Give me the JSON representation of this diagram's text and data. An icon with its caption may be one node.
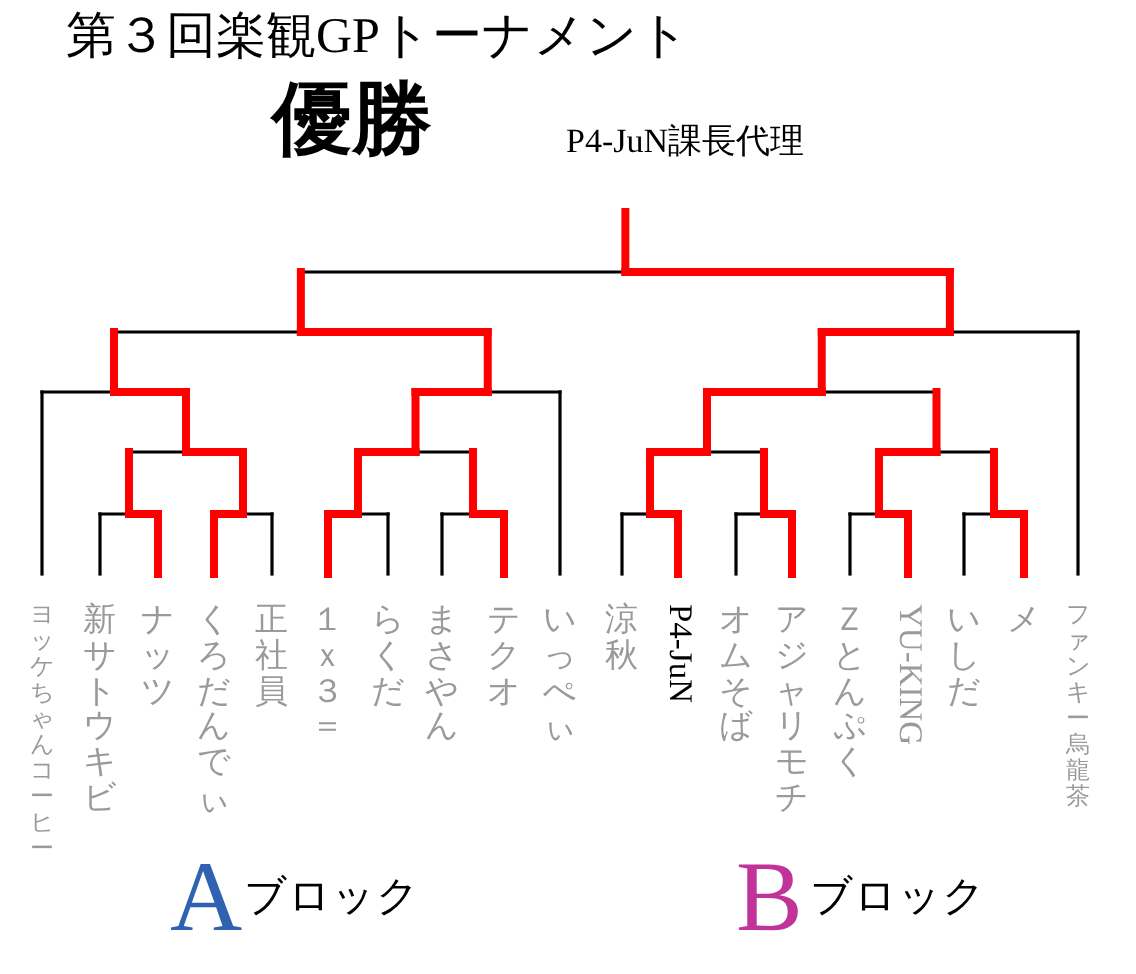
{
  "diagram": {
    "title": "第３回楽観GPトーナメント",
    "labels": [
      "優勝",
      "P4-JuN課長代理",
      "ヨッケちゃんコーヒー",
      "新サトウキビ",
      "ナッツ",
      "くろだんでぃ",
      "正社員",
      "１ｘ３＝",
      "らくだ",
      "まさやん",
      "テクオ",
      "いっぺぃ",
      "涼秋",
      "P4-JuN",
      "オムそば",
      "アジャリモチ",
      "Ｚとんぷく",
      "YU-KING",
      "いしだ",
      "メ",
      "ファンキー烏龍茶",
      "A",
      "ブロック",
      "B",
      "ブロック"
    ]
  }
}
